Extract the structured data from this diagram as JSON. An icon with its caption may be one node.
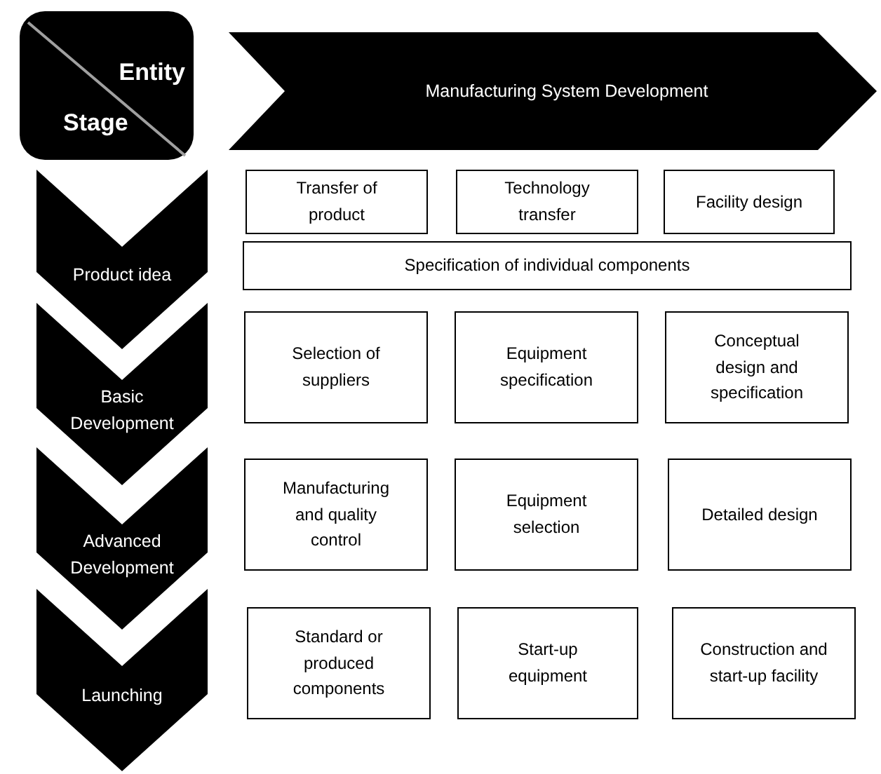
{
  "diagram": {
    "nodes": [
      {
        "text": [
          "Entity",
          "Stage"
        ]
      },
      {
        "text": [
          "Manufacturing System Development"
        ]
      },
      {
        "text": [
          "Product idea"
        ]
      },
      {
        "text": [
          "Basic Development"
        ]
      },
      {
        "text": [
          "Advanced Development"
        ]
      },
      {
        "text": [
          "Launching"
        ]
      },
      {
        "text": [
          "Transfer of product"
        ]
      },
      {
        "text": [
          "Technology transfer"
        ]
      },
      {
        "text": [
          "Facility design"
        ]
      },
      {
        "text": [
          "Specification of individual components"
        ]
      },
      {
        "text": [
          "Selection of suppliers"
        ]
      },
      {
        "text": [
          "Equipment specification"
        ]
      },
      {
        "text": [
          "Conceptual design and specification"
        ]
      },
      {
        "text": [
          "Manufacturing and quality control"
        ]
      },
      {
        "text": [
          "Equipment selection"
        ]
      },
      {
        "text": [
          "Detailed design"
        ]
      },
      {
        "text": [
          "Standard or produced components"
        ]
      },
      {
        "text": [
          "Start-up equipment"
        ]
      },
      {
        "text": [
          "Construction and start-up facility"
        ]
      }
    ],
    "edges": []
  }
}
